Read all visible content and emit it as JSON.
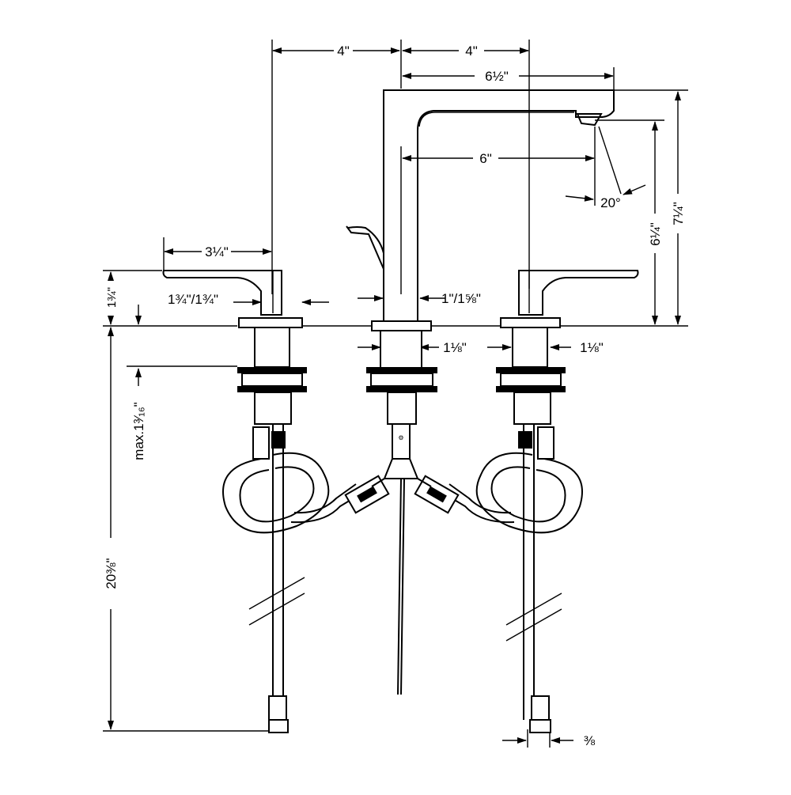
{
  "dimensions": {
    "left_offset": "4\"",
    "right_offset": "4\"",
    "spout_reach": "6½\"",
    "spout_inner": "6\"",
    "spout_angle": "20°",
    "outlet_height": "6¼\"",
    "total_height": "7¼\"",
    "handle_length": "3¼\"",
    "handle_height": "1¾\"",
    "handle_base": "1¾\"/1¾\"",
    "spout_base": "1\"/1⅝\"",
    "center_shank": "1⅛\"",
    "right_shank": "1⅛\"",
    "deck_thickness": "max.1³⁄₁₆\"",
    "hose_length": "20⅜\"",
    "connection": "⅜"
  }
}
